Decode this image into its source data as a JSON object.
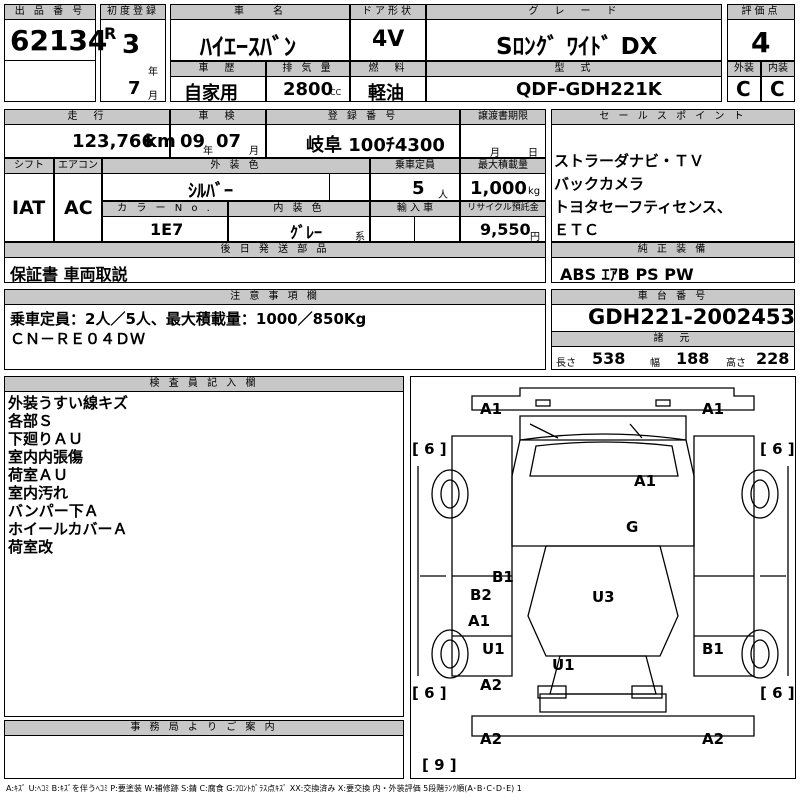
{
  "h": {
    "lot_no": "出 品 番 号",
    "first_reg": "初度登録",
    "car_name": "車　　名",
    "door": "ドア形状",
    "grade": "グ　レ　ー　ド",
    "score": "評価点",
    "history": "車　歴",
    "displacement": "排 気 量",
    "fuel": "燃　料",
    "model": "型　式",
    "exterior": "外装",
    "interior": "内装",
    "mileage": "走　行",
    "inspection": "車　検",
    "reg_no": "登 録 番 号",
    "transfer": "譲渡書期限",
    "sales": "セ ー ル ス ポ イ ン ト",
    "shift": "シフト",
    "ac": "エアコン",
    "ext_color": "外 装 色",
    "capacity": "乗車定員",
    "max_load": "最大積載量",
    "color_no": "カ ラ ー N o .",
    "int_color": "内 装 色",
    "import": "輸 入 車",
    "recycle": "リサイクル預託金",
    "later": "後 日 発 送 部 品",
    "genuine": "純 正 装 備",
    "notes": "注 意 事 項 欄",
    "chassis": "車 台 番 号",
    "dims": "諸　元",
    "inspector": "検 査 員 記 入 欄",
    "office": "事 務 局 よ り ご 案 内"
  },
  "lot_no": "62134",
  "era": "R",
  "year": "3",
  "month": "7",
  "year_unit": "年",
  "month_unit": "月",
  "car_name": "ﾊｲｴｰｽﾊﾞﾝ",
  "door": "4V",
  "grade": "Sﾛﾝｸﾞ ﾜｲﾄﾞ DX",
  "score": "4",
  "history": "自家用",
  "displacement": "2800",
  "cc": "CC",
  "fuel": "軽油",
  "model": "QDF-GDH221K",
  "exterior": "C",
  "interior": "C",
  "mileage": "123,766",
  "km": "km",
  "insp_year": "09",
  "insp_month": "07",
  "insp_nen": "年",
  "insp_tsuki": "月",
  "reg_no": "岐阜 100ﾁ4300",
  "transfer_m": "月",
  "transfer_d": "日",
  "sales_points": "ストラーダナビ・ＴＶ\nバックカメラ\nトヨタセーフティセンス、\nＥＴＣ",
  "shift": "IAT",
  "ac": "AC",
  "ext_color": "ｼﾙﾊﾞｰ",
  "capacity": "5",
  "capacity_unit": "人",
  "max_load": "1,000",
  "kg": "kg",
  "color_no": "1E7",
  "int_color": "ｸﾞﾚｰ",
  "kei": "系",
  "recycle": "9,550",
  "yen": "円",
  "later": "保証書 車両取説",
  "genuine": "ABS ｴｱB PS PW",
  "notes": "乗車定員：2人／5人、最大積載量：1000／850Kg\nＣＮ－ＲＥ０４ＤＷ",
  "chassis": "GDH221-2002453",
  "len_label": "長さ",
  "length": "538",
  "wid_label": "幅",
  "width": "188",
  "hgt_label": "高さ",
  "height": "228",
  "inspector_notes": "外装うすい線キズ\n各部Ｓ\n下廻りＡＵ\n室内内張傷\n荷室ＡＵ\n室内汚れ\nバンパー下Ａ\nホイールカバーＡ\n荷室改",
  "diagram": {
    "a1_tl": "A1",
    "a1_tr": "A1",
    "b6_tl": "[ 6 ]",
    "b6_tr": "[ 6 ]",
    "a1_roof": "A1",
    "g": "G",
    "b1_l": "B1",
    "b2": "B2",
    "a1_l": "A1",
    "u3": "U3",
    "u1_l": "U1",
    "u1_c": "U1",
    "b1_r": "B1",
    "b6_bl": "[ 6 ]",
    "b6_br": "[ 6 ]",
    "a2_l": "A2",
    "a2_bl": "A2",
    "a2_br": "A2",
    "b9": "[ 9 ]"
  },
  "legend": "A:ｷｽﾞ  U:ﾍｺﾐ  B:ｷｽﾞを伴うﾍｺﾐ  P:要塗装  W:補修跡  S:錆  C:腐食  G:ﾌﾛﾝﾄｶﾞﾗｽ点ｷｽﾞ  XX:交換済み  X:要交換   内・外装評価  5段階ﾗﾝｸ順(A･B･C･D･E) 1"
}
